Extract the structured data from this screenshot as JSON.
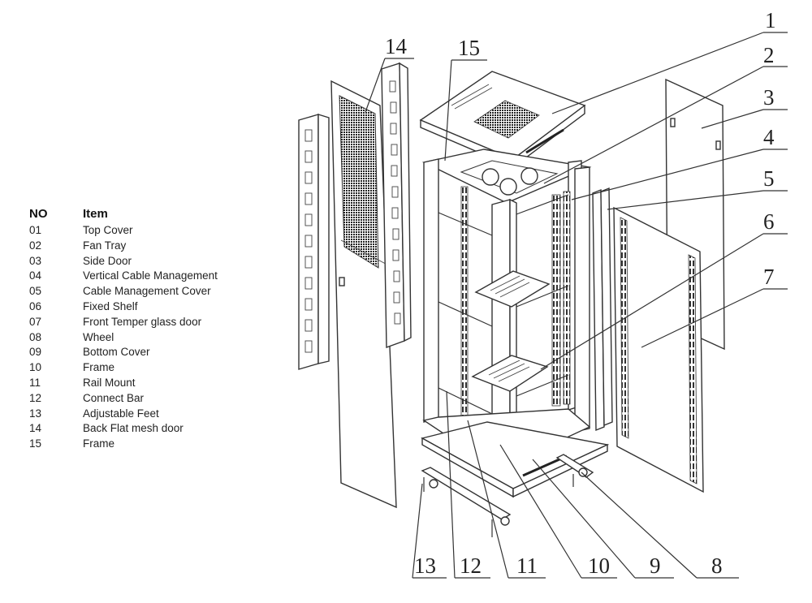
{
  "legend": {
    "header_no": "NO",
    "header_item": "Item",
    "rows": [
      {
        "no": "01",
        "item": "Top Cover"
      },
      {
        "no": "02",
        "item": "Fan Tray"
      },
      {
        "no": "03",
        "item": "Side Door"
      },
      {
        "no": "04",
        "item": "Vertical Cable Management"
      },
      {
        "no": "05",
        "item": "Cable Management Cover"
      },
      {
        "no": "06",
        "item": "Fixed Shelf"
      },
      {
        "no": "07",
        "item": "Front Temper glass door"
      },
      {
        "no": "08",
        "item": "Wheel"
      },
      {
        "no": "09",
        "item": "Bottom Cover"
      },
      {
        "no": "10",
        "item": "Frame"
      },
      {
        "no": "11",
        "item": "Rail Mount"
      },
      {
        "no": "12",
        "item": "Connect Bar"
      },
      {
        "no": "13",
        "item": "Adjustable Feet"
      },
      {
        "no": "14",
        "item": "Back Flat mesh door"
      },
      {
        "no": "15",
        "item": "Frame"
      }
    ]
  },
  "callouts": {
    "c1": "1",
    "c2": "2",
    "c3": "3",
    "c4": "4",
    "c5": "5",
    "c6": "6",
    "c7": "7",
    "c8": "8",
    "c9": "9",
    "c10": "10",
    "c11": "11",
    "c12": "12",
    "c13": "13",
    "c14": "14",
    "c15": "15"
  }
}
